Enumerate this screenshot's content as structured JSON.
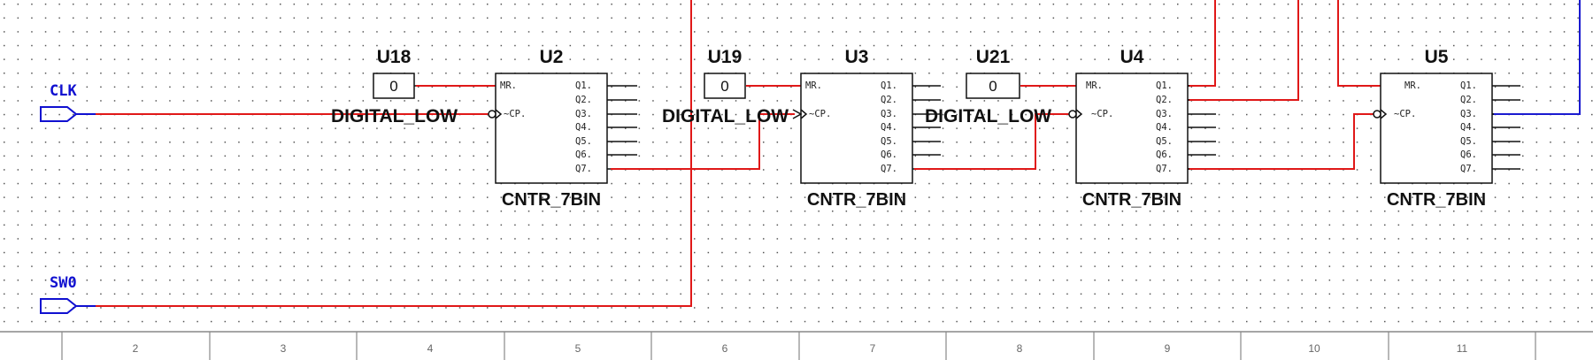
{
  "ports": [
    {
      "id": "clk",
      "label": "CLK"
    },
    {
      "id": "sw0",
      "label": "SW0"
    }
  ],
  "counters": [
    {
      "ref": "U2",
      "type": "CNTR_7BIN"
    },
    {
      "ref": "U3",
      "type": "CNTR_7BIN"
    },
    {
      "ref": "U4",
      "type": "CNTR_7BIN"
    },
    {
      "ref": "U5",
      "type": "CNTR_7BIN"
    }
  ],
  "constants": [
    {
      "ref": "U18",
      "value": "0",
      "type": "DIGITAL_LOW"
    },
    {
      "ref": "U19",
      "value": "0",
      "type": "DIGITAL_LOW"
    },
    {
      "ref": "U21",
      "value": "0",
      "type": "DIGITAL_LOW"
    }
  ],
  "pins": {
    "mr": "MR.",
    "cp": "~CP.",
    "outputs": [
      "Q1.",
      "Q2.",
      "Q3.",
      "Q4.",
      "Q5.",
      "Q6.",
      "Q7."
    ]
  },
  "ruler": [
    "2",
    "3",
    "4",
    "5",
    "6",
    "7",
    "8",
    "9",
    "10",
    "11"
  ],
  "colors": {
    "wire": "#e01818",
    "bus": "#1a1ad0",
    "port": "#1010d0",
    "grid_dot": "#555555"
  }
}
